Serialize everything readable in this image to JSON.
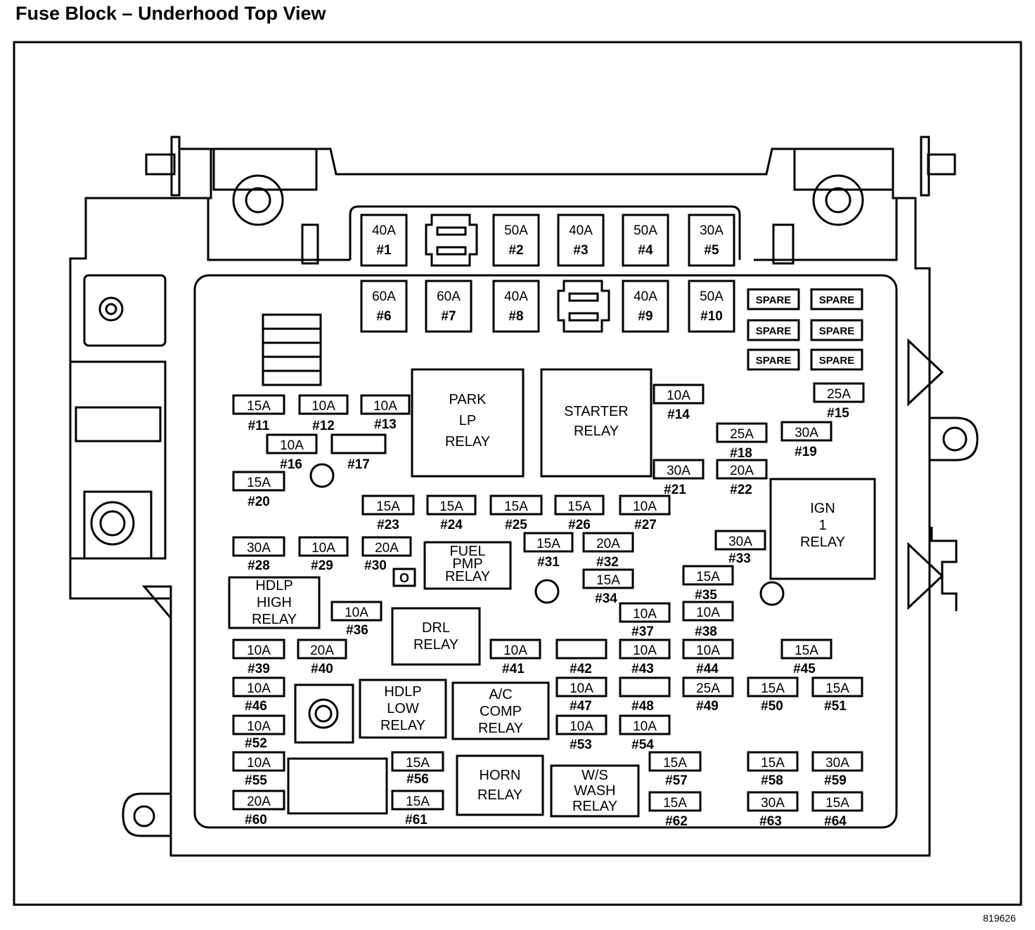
{
  "title": "Fuse Block – Underhood Top View",
  "figure_id": "819626",
  "maxi_fuses": [
    {
      "amp": "40A",
      "num": "#1"
    },
    {
      "amp": "50A",
      "num": "#2"
    },
    {
      "amp": "40A",
      "num": "#3"
    },
    {
      "amp": "50A",
      "num": "#4"
    },
    {
      "amp": "30A",
      "num": "#5"
    },
    {
      "amp": "60A",
      "num": "#6"
    },
    {
      "amp": "60A",
      "num": "#7"
    },
    {
      "amp": "40A",
      "num": "#8"
    },
    {
      "amp": "40A",
      "num": "#9"
    },
    {
      "amp": "50A",
      "num": "#10"
    }
  ],
  "spares": [
    "SPARE",
    "SPARE",
    "SPARE",
    "SPARE",
    "SPARE",
    "SPARE"
  ],
  "fuses": [
    {
      "amp": "15A",
      "num": "#11"
    },
    {
      "amp": "10A",
      "num": "#12"
    },
    {
      "amp": "10A",
      "num": "#13"
    },
    {
      "amp": "10A",
      "num": "#14"
    },
    {
      "amp": "25A",
      "num": "#15"
    },
    {
      "amp": "10A",
      "num": "#16"
    },
    {
      "amp": "",
      "num": "#17"
    },
    {
      "amp": "25A",
      "num": "#18"
    },
    {
      "amp": "30A",
      "num": "#19"
    },
    {
      "amp": "15A",
      "num": "#20"
    },
    {
      "amp": "30A",
      "num": "#21"
    },
    {
      "amp": "20A",
      "num": "#22"
    },
    {
      "amp": "15A",
      "num": "#23"
    },
    {
      "amp": "15A",
      "num": "#24"
    },
    {
      "amp": "15A",
      "num": "#25"
    },
    {
      "amp": "15A",
      "num": "#26"
    },
    {
      "amp": "10A",
      "num": "#27"
    },
    {
      "amp": "30A",
      "num": "#28"
    },
    {
      "amp": "10A",
      "num": "#29"
    },
    {
      "amp": "20A",
      "num": "#30"
    },
    {
      "amp": "15A",
      "num": "#31"
    },
    {
      "amp": "20A",
      "num": "#32"
    },
    {
      "amp": "30A",
      "num": "#33"
    },
    {
      "amp": "15A",
      "num": "#34"
    },
    {
      "amp": "15A",
      "num": "#35"
    },
    {
      "amp": "10A",
      "num": "#36"
    },
    {
      "amp": "10A",
      "num": "#37"
    },
    {
      "amp": "10A",
      "num": "#38"
    },
    {
      "amp": "10A",
      "num": "#39"
    },
    {
      "amp": "20A",
      "num": "#40"
    },
    {
      "amp": "10A",
      "num": "#41"
    },
    {
      "amp": "",
      "num": "#42"
    },
    {
      "amp": "10A",
      "num": "#43"
    },
    {
      "amp": "10A",
      "num": "#44"
    },
    {
      "amp": "15A",
      "num": "#45"
    },
    {
      "amp": "10A",
      "num": "#46"
    },
    {
      "amp": "10A",
      "num": "#47"
    },
    {
      "amp": "",
      "num": "#48"
    },
    {
      "amp": "25A",
      "num": "#49"
    },
    {
      "amp": "15A",
      "num": "#50"
    },
    {
      "amp": "15A",
      "num": "#51"
    },
    {
      "amp": "10A",
      "num": "#52"
    },
    {
      "amp": "10A",
      "num": "#53"
    },
    {
      "amp": "10A",
      "num": "#54"
    },
    {
      "amp": "10A",
      "num": "#55"
    },
    {
      "amp": "15A",
      "num": "#56"
    },
    {
      "amp": "15A",
      "num": "#57"
    },
    {
      "amp": "15A",
      "num": "#58"
    },
    {
      "amp": "30A",
      "num": "#59"
    },
    {
      "amp": "20A",
      "num": "#60"
    },
    {
      "amp": "15A",
      "num": "#61"
    },
    {
      "amp": "15A",
      "num": "#62"
    },
    {
      "amp": "30A",
      "num": "#63"
    },
    {
      "amp": "15A",
      "num": "#64"
    }
  ],
  "relays": [
    {
      "lines": [
        "PARK",
        "LP",
        "RELAY"
      ]
    },
    {
      "lines": [
        "STARTER",
        "RELAY"
      ]
    },
    {
      "lines": [
        "IGN",
        "1",
        "RELAY"
      ]
    },
    {
      "lines": [
        "FUEL",
        "PMP",
        "RELAY"
      ]
    },
    {
      "lines": [
        "HDLP",
        "HIGH",
        "RELAY"
      ]
    },
    {
      "lines": [
        "DRL",
        "RELAY"
      ]
    },
    {
      "lines": [
        "HDLP",
        "LOW",
        "RELAY"
      ]
    },
    {
      "lines": [
        "A/C",
        "COMP",
        "RELAY"
      ]
    },
    {
      "lines": [
        "HORN",
        "RELAY"
      ]
    },
    {
      "lines": [
        "W/S",
        "WASH",
        "RELAY"
      ]
    }
  ],
  "misc_label": "O"
}
